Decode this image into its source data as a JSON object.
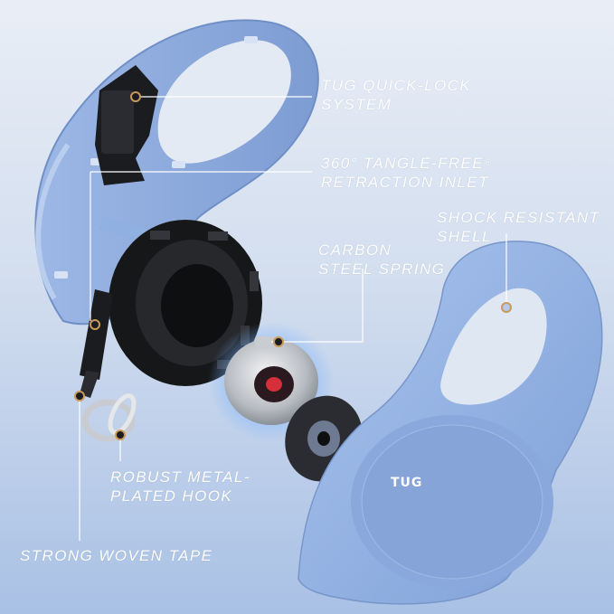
{
  "labels": {
    "quick_lock": "TUG QUICK-LOCK\nSYSTEM",
    "tangle_free": "360° TANGLE-FREE",
    "tangle_free_mark": "®",
    "tangle_free_line2": "RETRACTION INLET",
    "shock_shell": "SHOCK RESISTANT\nSHELL",
    "carbon_spring": "CARBON\nSTEEL SPRING",
    "metal_hook": "ROBUST METAL-\nPLATED HOOK",
    "woven_tape": "STRONG WOVEN TAPE"
  },
  "brand": {
    "logo_text": "TUG"
  },
  "colors": {
    "background_top": "#e9eef6",
    "background_bottom": "#a9c1e5",
    "shell_blue": "#8fb0e0",
    "mechanism_black": "#1b1c1f",
    "callout_dot": "#c89a5a",
    "callout_line": "#ffffff"
  }
}
